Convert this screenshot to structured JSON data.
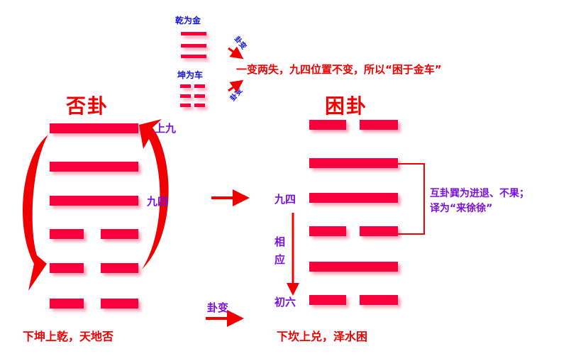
{
  "top": {
    "qian_label": "乾为金",
    "kun_label": "坤为车",
    "bian_label_1": "卦变",
    "bian_label_2": "卦变",
    "note": "一变两失，九四位置不变，所以“困于金车”"
  },
  "left": {
    "title": "否卦",
    "shang_jiu": "上九",
    "jiu_si": "九四",
    "caption": "下坤上乾，天地否",
    "lines_top_to_bottom": [
      "yang",
      "yang",
      "yang",
      "yin",
      "yin",
      "yin"
    ]
  },
  "middle": {
    "bian_label": "卦变"
  },
  "right": {
    "title": "困卦",
    "jiu_si": "九四",
    "xiang": "相",
    "ying": "应",
    "chu_liu": "初六",
    "caption": "下坎上兑，泽水困",
    "lines_top_to_bottom": [
      "yin",
      "yang",
      "yang",
      "yin",
      "yang",
      "yin"
    ],
    "note_line1": "互卦巽为进退、不果；",
    "note_line2": "译为“来徐徐”"
  },
  "colors": {
    "line": "#f8003c",
    "arrow": "#f00000",
    "label_blue": "#1010e0",
    "label_purple": "#7a10e0"
  }
}
